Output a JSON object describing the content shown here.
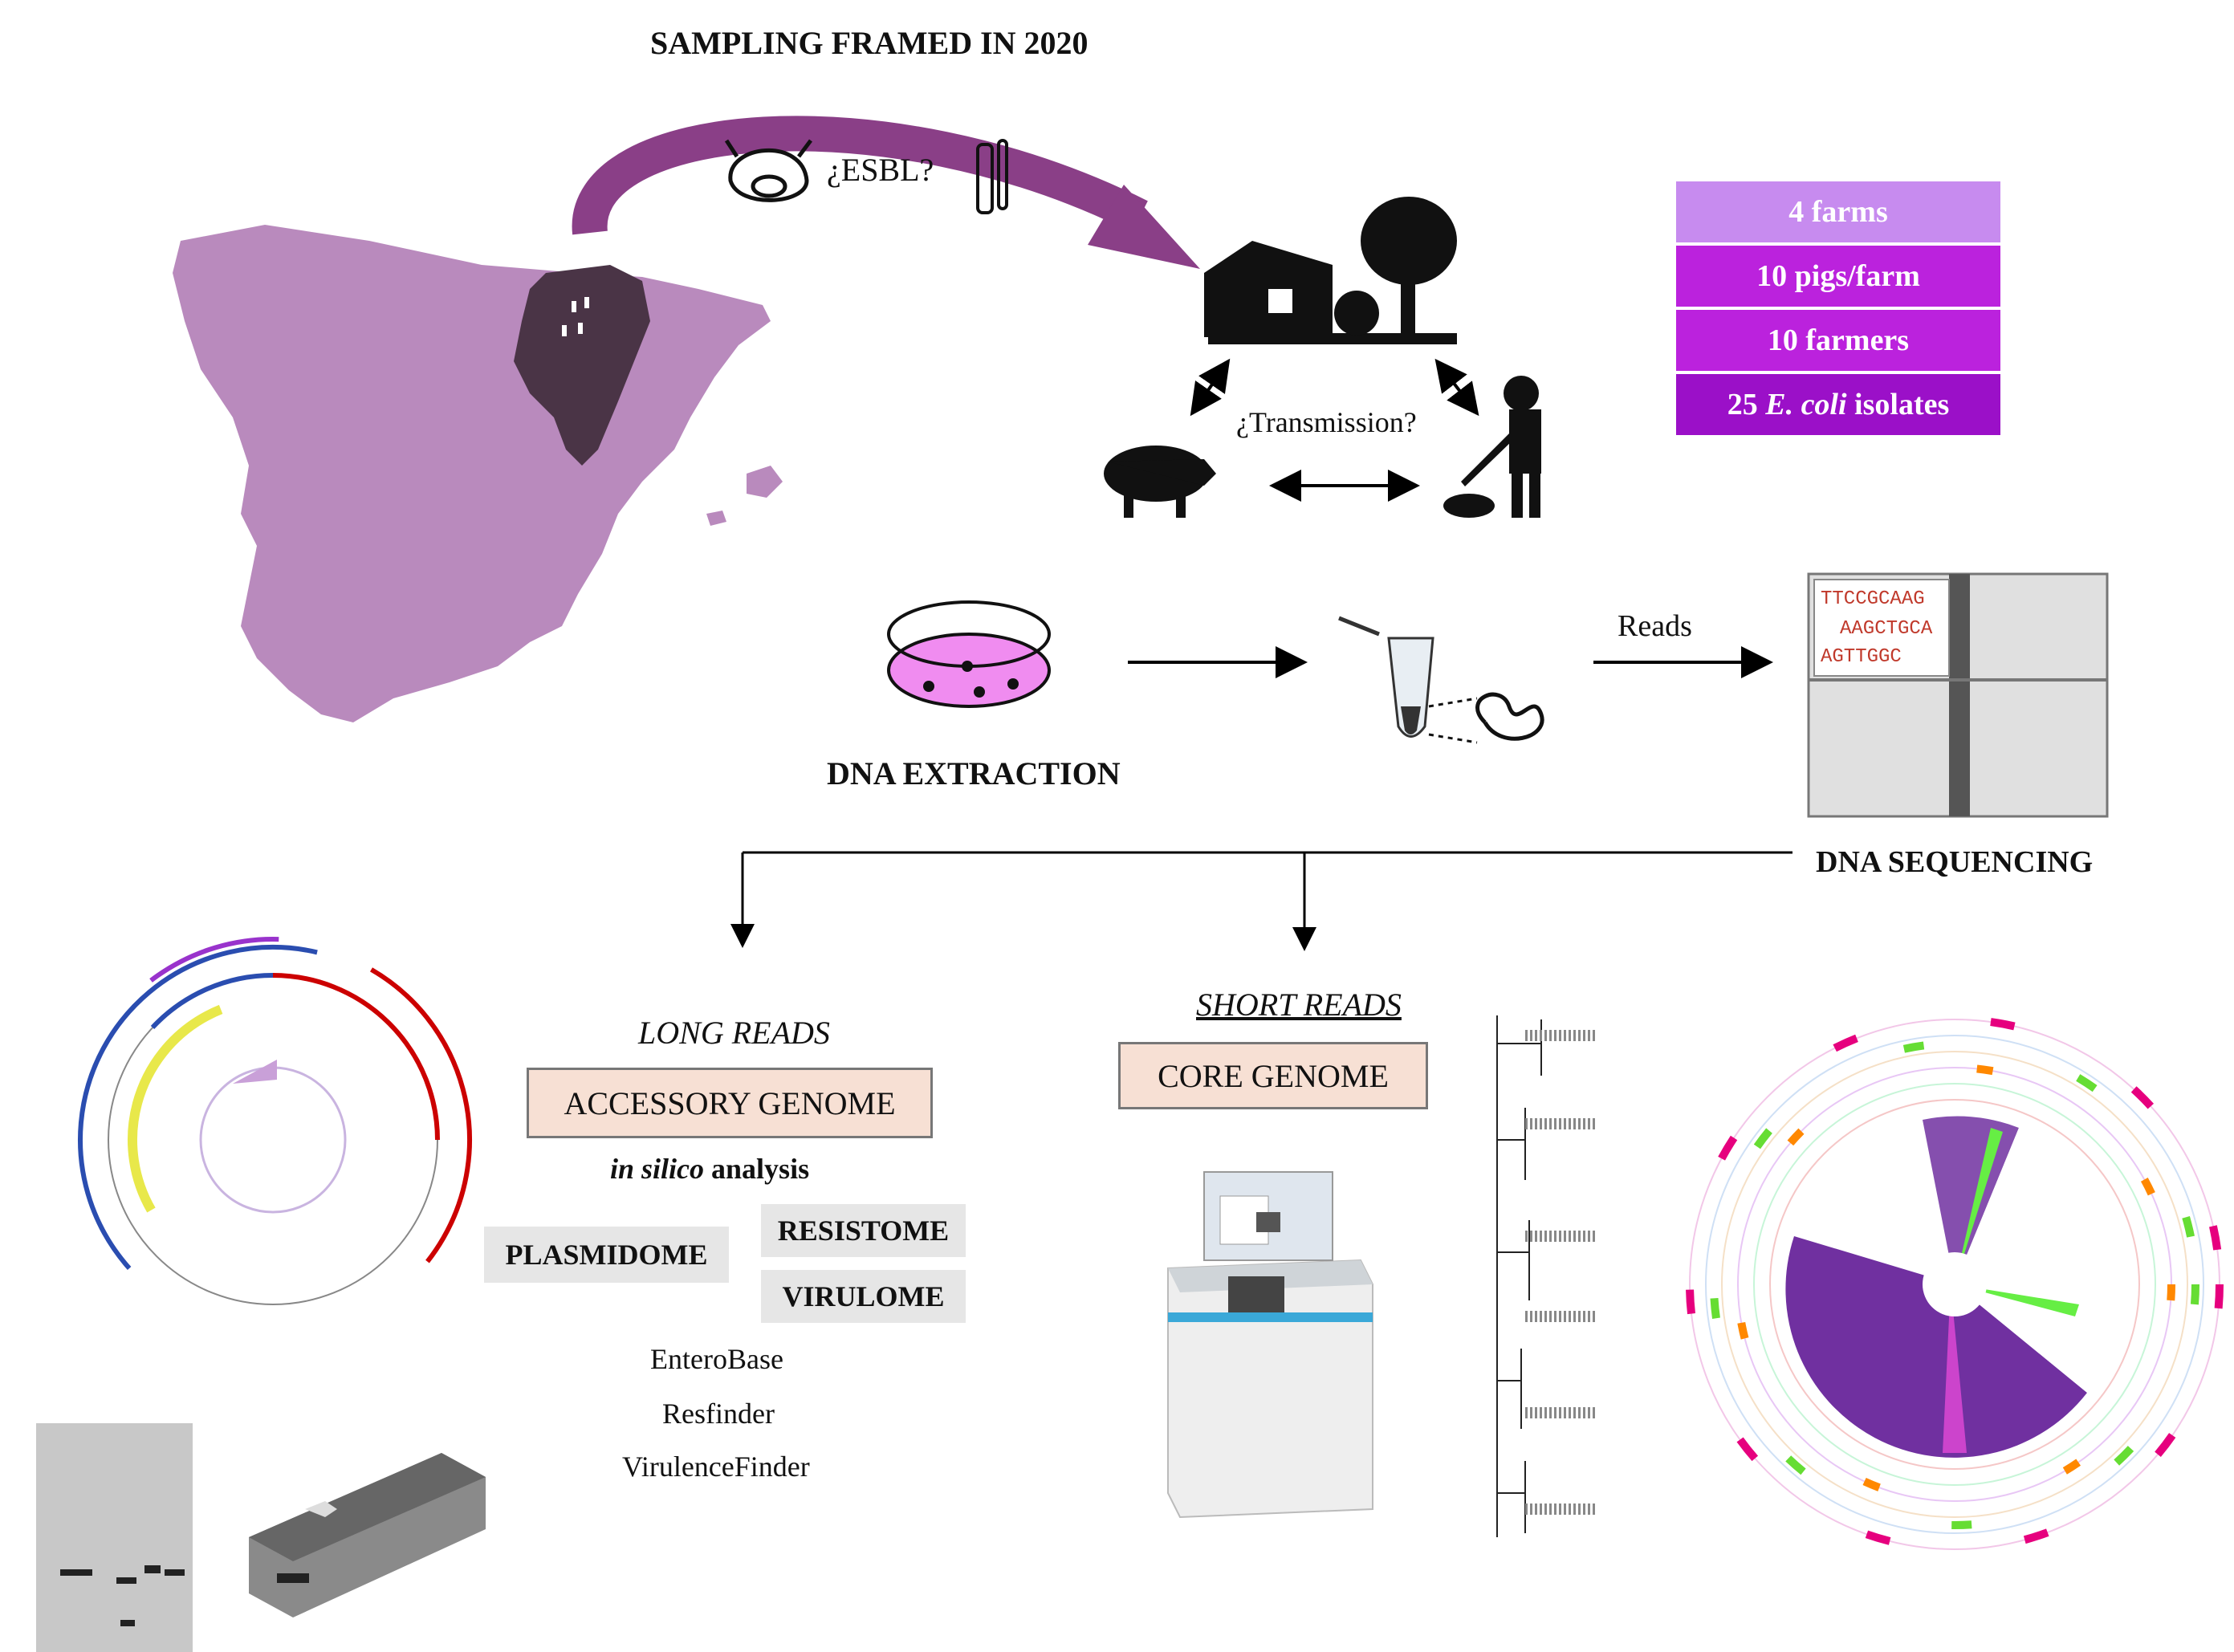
{
  "header": {
    "title": "SAMPLING FRAMED IN 2020"
  },
  "sampling": {
    "question_esbl": "¿ESBL?",
    "question_transmission": "¿Transmission?"
  },
  "stats": [
    {
      "label": "4 farms",
      "color": "#c78bef"
    },
    {
      "label": "10 pigs/farm",
      "color": "#bb22dd"
    },
    {
      "label": "10 farmers",
      "color": "#bb22dd"
    },
    {
      "label_prefix": "25 ",
      "label_italic": "E. coli",
      "label_suffix": " isolates",
      "color": "#9b10c8"
    }
  ],
  "workflow": {
    "dna_extraction": "DNA EXTRACTION",
    "reads": "Reads",
    "dna_sequencing": "DNA SEQUENCING",
    "sequence_lines": [
      "TTCCGCAAG",
      "AAGCTGCA",
      "AGTTGGC"
    ]
  },
  "long_reads": {
    "heading": "LONG READS",
    "box": "ACCESSORY GENOME",
    "in_silico_italic": "in silico",
    "in_silico_rest": " analysis",
    "categories": [
      "PLASMIDOME",
      "RESISTOME",
      "VIRULOME"
    ],
    "databases": [
      "EnteroBase",
      "Resfinder",
      "VirulenceFinder"
    ]
  },
  "short_reads": {
    "heading": "SHORT READS",
    "box": "CORE GENOME"
  },
  "colors": {
    "map": "#b98abd",
    "region": "#4a3446",
    "arrow": "#8a3f87",
    "dish": "#f08cf0",
    "box_fill": "#f7e0d4",
    "grey_box": "#e6e6e6",
    "tree": "#7030a0"
  },
  "icons": [
    "pig-face-icon",
    "test-tube-icon",
    "farmhouse-icon",
    "tree-icon",
    "pig-icon",
    "farmer-icon",
    "petri-dish-icon",
    "microtube-icon",
    "dna-coil-icon",
    "sequencer-icon",
    "minion-device-icon",
    "gel-image",
    "phylogenetic-tree-icon"
  ]
}
